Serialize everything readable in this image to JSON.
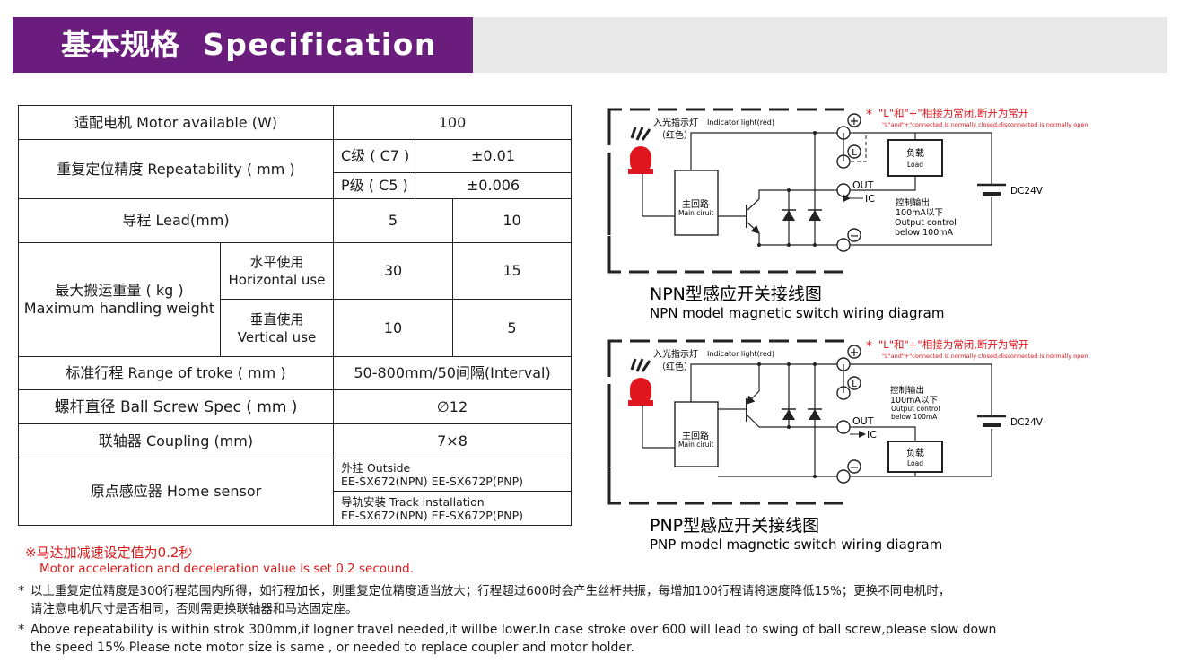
{
  "header": {
    "title_cn": "基本规格",
    "title_en": "Specification"
  },
  "spec": {
    "motor": {
      "label": "适配电机   Motor available  (W)",
      "value": "100"
    },
    "repeat": {
      "label": "重复定位精度 Repeatability ( mm )",
      "c_grade": "C级 ( C7 )",
      "c_value": "±0.01",
      "p_grade": "P级 ( C5 )",
      "p_value": "±0.006"
    },
    "lead": {
      "label": "导程  Lead(mm)",
      "v1": "5",
      "v2": "10"
    },
    "weight": {
      "label_cn": "最大搬运重量 ( kg )",
      "label_en": "Maximum handling weight",
      "h_cn": "水平使用",
      "h_en": "Horizontal use",
      "h_v1": "30",
      "h_v2": "15",
      "v_cn": "垂直使用",
      "v_en": "Vertical use",
      "v_v1": "10",
      "v_v2": "5"
    },
    "stroke": {
      "label": "标准行程 Range of troke ( mm )",
      "value": "50-800mm/50间隔(Interval)"
    },
    "screw": {
      "label": "螺杆直径 Ball Screw Spec  ( mm )",
      "value": "∅12"
    },
    "coupling": {
      "label": "联轴器  Coupling  (mm)",
      "value": "7×8"
    },
    "home": {
      "label": "原点感应器  Home sensor",
      "outside": "外挂 Outside",
      "outside_models": "EE-SX672(NPN)   EE-SX672P(PNP)",
      "track": "导轨安装 Track installation",
      "track_models": "EE-SX672(NPN)   EE-SX672P(PNP)"
    }
  },
  "notes": {
    "accel_cn": "※马达加减速设定值为0.2秒",
    "accel_en": "Motor acceleration and deceleration value is set 0.2 secound.",
    "star": "*",
    "cn_line1": "以上重复定位精度是300行程范围内所得，如行程加长，则重复定位精度适当放大；行程超过600时会产生丝杆共振，每增加100行程请将速度降低15%；更换不同电机时，",
    "cn_line2": "请注意电机尺寸是否相同，否则需更换联轴器和马达固定座。",
    "en_line1": "Above repeatability is within strok 300mm,if logner travel needed,it willbe lower.In case stroke over 600 will lead to swing of ball screw,please slow down",
    "en_line2": "the speed 15%.Please note motor size is same , or needed to replace coupler and motor holder."
  },
  "diagrams": {
    "red_note": "\"L\"和\"+\"相接为常闭,断开为常开",
    "red_note_en": "\"L\"and\"+\"connected is normally closed,disconnected is normally open",
    "indicator_cn": "入光指示灯",
    "indicator_en": "Indicator light(red)",
    "indicator_color": "（红色）",
    "main_cn": "主回路",
    "main_en": "Main ciruit",
    "load_cn": "负载",
    "load_en": "Load",
    "out": "OUT",
    "ic": "IC",
    "dc": "DC24V",
    "plus": "+",
    "minus": "−",
    "l_mark": "L",
    "ctrl_cn": "控制输出",
    "ctrl_cn2": "100mA以下",
    "ctrl_en": "Output control",
    "ctrl_en2": "below 100mA",
    "npn_title_cn": "NPN型感应开关接线图",
    "npn_title_en": "NPN model magnetic switch wiring diagram",
    "pnp_title_cn": "PNP型感应开关接线图",
    "pnp_title_en": "PNP model magnetic switch wiring diagram",
    "colors": {
      "red": "#e0161e",
      "purple": "#6a1d7d",
      "line": "#222222"
    }
  }
}
